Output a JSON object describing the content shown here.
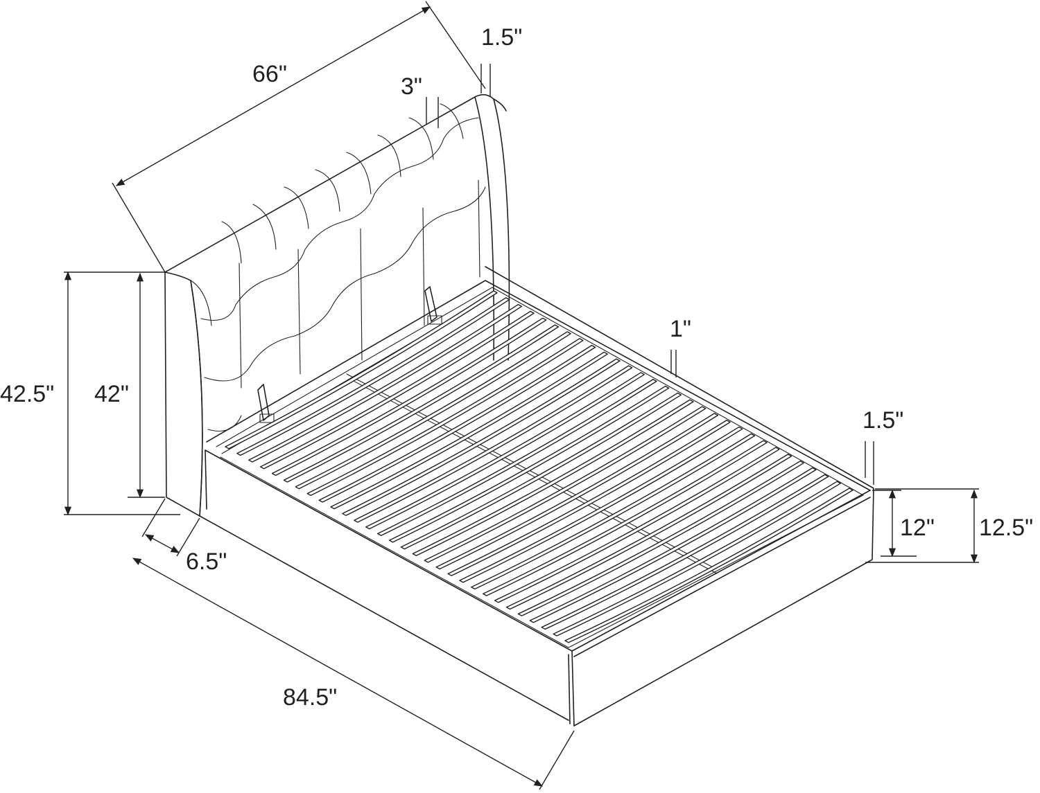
{
  "dimensions": {
    "headboard_width": "66\"",
    "headboard_thickness": "1.5\"",
    "headboard_wing": "3\"",
    "overall_height": "42.5\"",
    "headboard_height": "42\"",
    "headboard_depth": "6.5\"",
    "side_rail": "1\"",
    "footboard_thickness": "1.5\"",
    "frame_height_inner": "12\"",
    "frame_height_outer": "12.5\"",
    "overall_length": "84.5\""
  },
  "colors": {
    "line": "#231f20",
    "background": "#ffffff"
  }
}
